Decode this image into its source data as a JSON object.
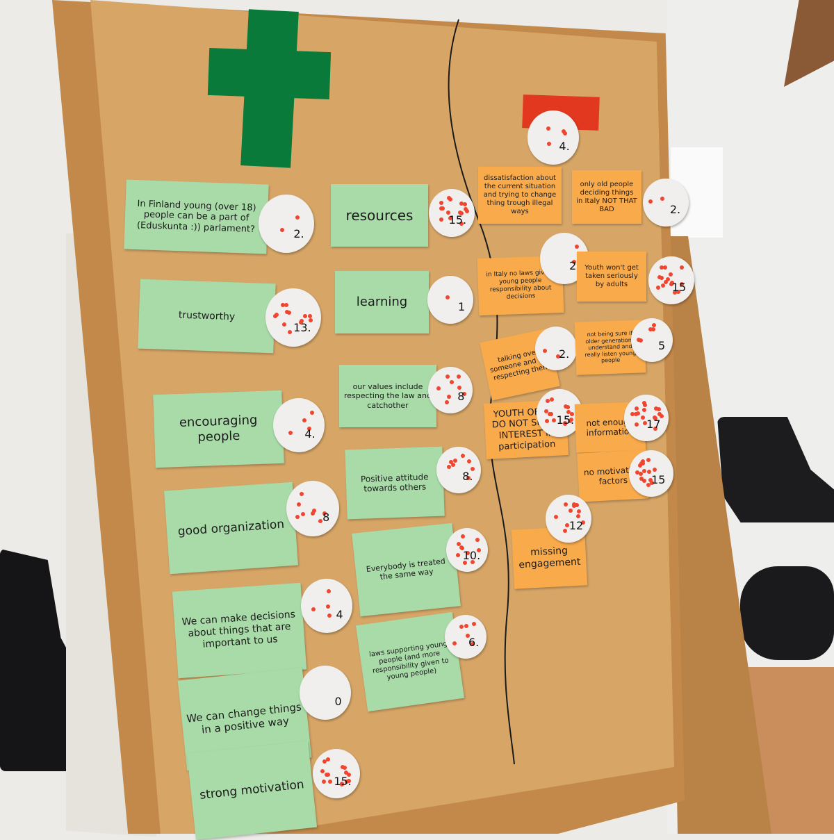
{
  "board": {
    "plus_color": "#0a7a3a",
    "minus_color": "#e2381f",
    "positive_notes": [
      {
        "text": "In Finland young (over 18) people can be a part of (Eduskunta :)) parlament?",
        "votes": "2."
      },
      {
        "text": "trustworthy",
        "votes": "13."
      },
      {
        "text": "encouraging people",
        "votes": "4."
      },
      {
        "text": "good organization",
        "votes": "8"
      },
      {
        "text": "We can make decisions about things that are important to us",
        "votes": "4"
      },
      {
        "text": "We can change things in a positive way",
        "votes": "0"
      },
      {
        "text": "strong motivation",
        "votes": "15."
      },
      {
        "text": "resources",
        "votes": "15."
      },
      {
        "text": "learning",
        "votes": "1"
      },
      {
        "text": "our values include respecting the law and catchother",
        "votes": "8"
      },
      {
        "text": "Positive attitude towards others",
        "votes": "8."
      },
      {
        "text": "Everybody is treated the same way",
        "votes": "10."
      },
      {
        "text": "laws supporting young people (and more responsibility given to young people)",
        "votes": "6."
      }
    ],
    "negative_notes": [
      {
        "text": "dissatisfaction about the current situation and trying to change thing trough illegal ways",
        "votes": "4."
      },
      {
        "text": "only old people deciding things in Italy NOT THAT BAD",
        "votes": "2."
      },
      {
        "text": "in Italy no laws giving young people responsibility about decisions",
        "votes": "2."
      },
      {
        "text": "Youth won't get taken seriously by adults",
        "votes": "15"
      },
      {
        "text": "talking over someone and not respecting them",
        "votes": "2."
      },
      {
        "text": "not being sure if older generations understand and really listen young people",
        "votes": "5"
      },
      {
        "text": "YOUTH OFTEN DO NOT SHOW INTEREST in participation",
        "votes": "15."
      },
      {
        "text": "not enough information",
        "votes": "17"
      },
      {
        "text": "no motivating factors",
        "votes": "15"
      },
      {
        "text": "missing engagement",
        "votes": "12"
      }
    ]
  }
}
